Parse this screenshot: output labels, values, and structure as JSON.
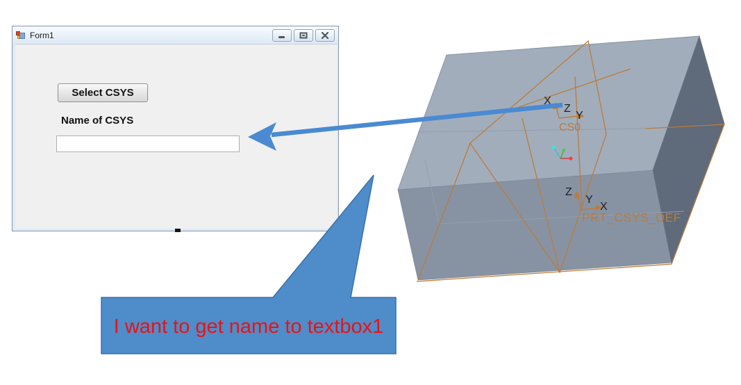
{
  "form_window": {
    "title": "Form1",
    "select_button": "Select CSYS",
    "csys_label": "Name of CSYS",
    "textbox_value": ""
  },
  "viewport": {
    "csys_upper": {
      "name": "CS0",
      "x": "X",
      "z": "Z",
      "y": "Y"
    },
    "csys_lower": {
      "name": "PRT_CSYS_DEF",
      "z": "Z",
      "y": "Y",
      "x": "X"
    },
    "colors": {
      "face_top": "#a2adbb",
      "face_front": "#8793a3",
      "face_right": "#5f6a7a",
      "datum_orange": "#bc7b3a",
      "hidden_line": "#939eac",
      "axis_label": "#1f1f1f"
    }
  },
  "annotation": {
    "callout_text": "I want to get name to textbox1",
    "callout_fill": "#4e8cca",
    "callout_border": "#3a70a8",
    "callout_text_color": "#ee1111",
    "arrow_color": "#4a8ad2"
  }
}
